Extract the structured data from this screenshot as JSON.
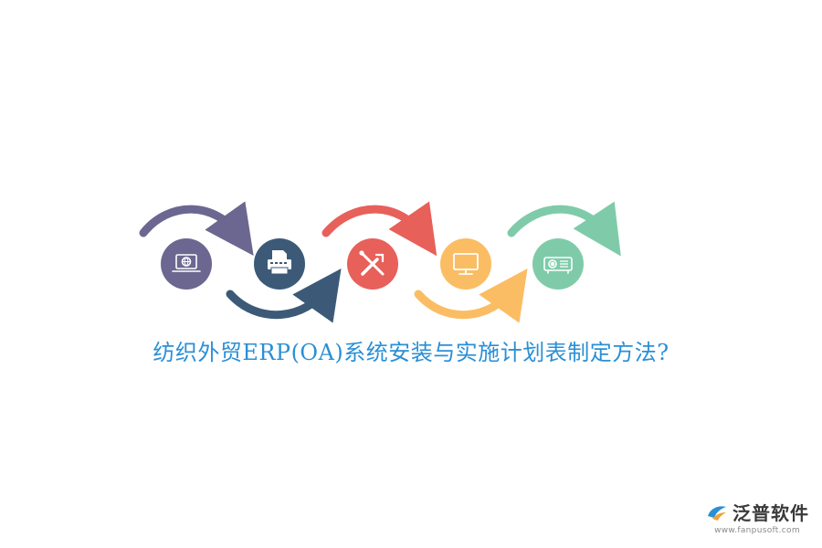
{
  "title": "纺织外贸ERP(OA)系统安装与实施计划表制定方法?",
  "steps": [
    {
      "icon": "laptop-globe-icon",
      "color": "#6b6791",
      "arrow_color": "#6b6791"
    },
    {
      "icon": "printer-icon",
      "color": "#3c5a78",
      "arrow_color": "#3c5a78"
    },
    {
      "icon": "wrench-screwdriver-icon",
      "color": "#e8605a",
      "arrow_color": "#e8605a"
    },
    {
      "icon": "monitor-icon",
      "color": "#fbbd63",
      "arrow_color": "#fbbd63"
    },
    {
      "icon": "projector-icon",
      "color": "#7fcba9",
      "arrow_color": "#7fcba9"
    }
  ],
  "brand": {
    "name": "泛普软件",
    "url": "www.fanpusoft.com",
    "logo_color": "#2a8fd6"
  }
}
